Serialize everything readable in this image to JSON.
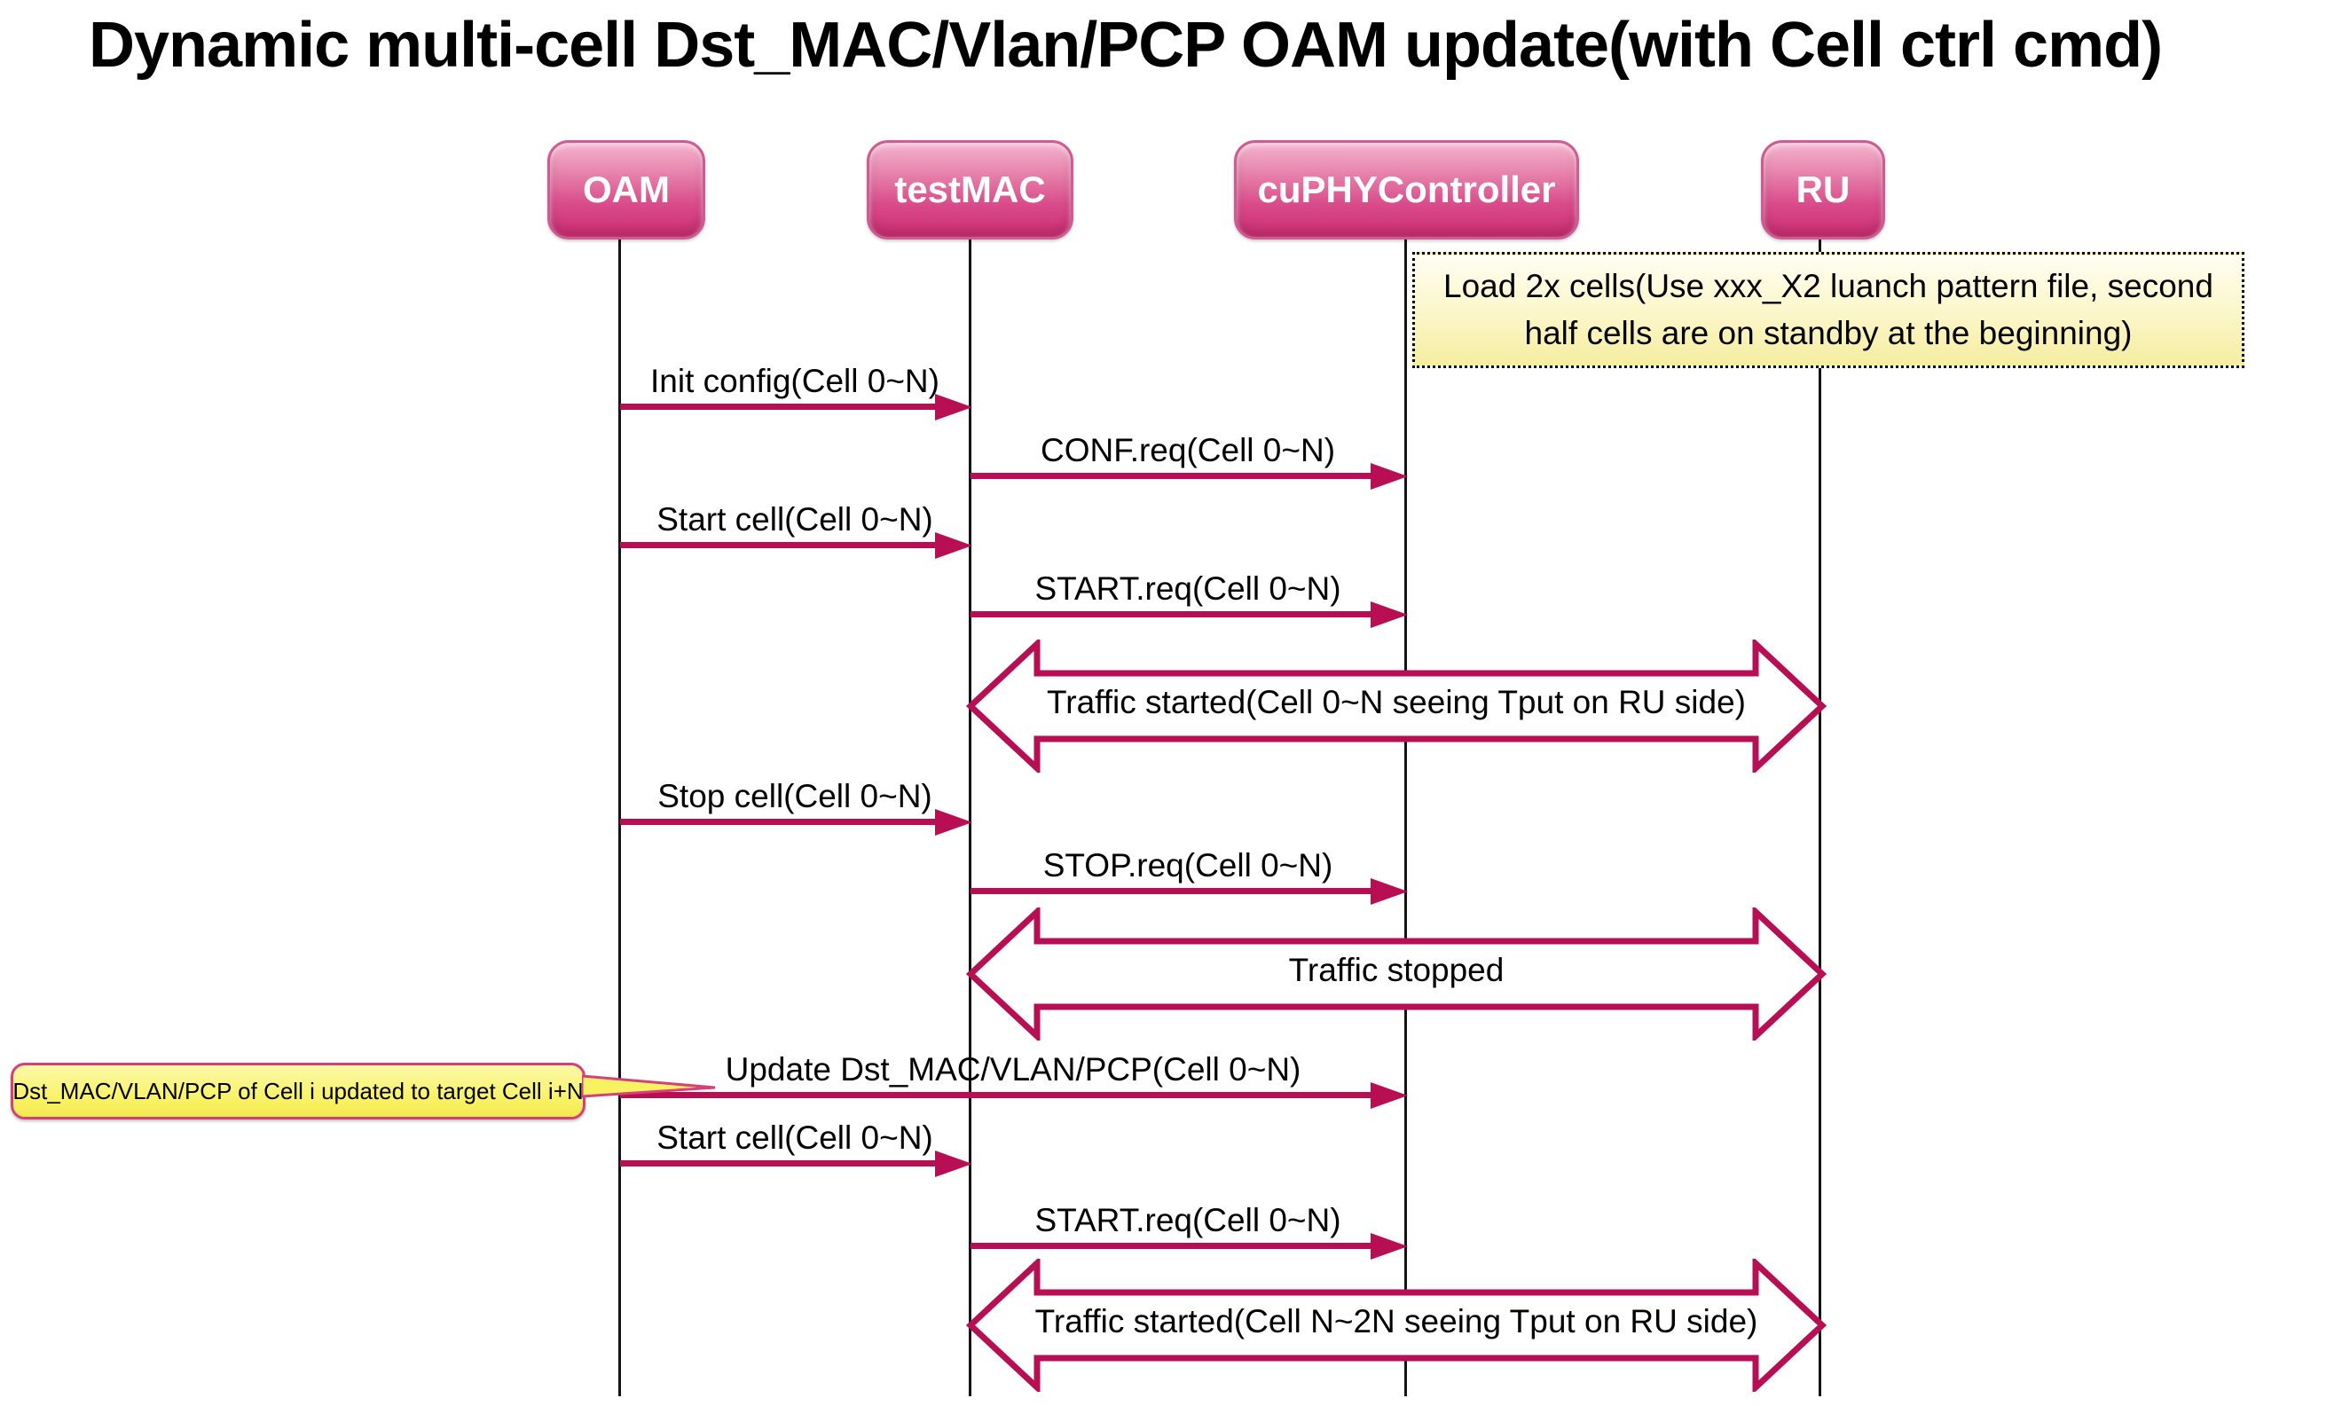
{
  "title": "Dynamic multi-cell Dst_MAC/Vlan/PCP OAM update(with Cell ctrl cmd)",
  "participants": [
    {
      "label": "OAM"
    },
    {
      "label": "testMAC"
    },
    {
      "label": "cuPHYController"
    },
    {
      "label": "RU"
    }
  ],
  "note": {
    "text": "Load 2x cells(Use xxx_X2 luanch pattern file, second half cells are on standby at the beginning)"
  },
  "callout": {
    "text": "Dst_MAC/VLAN/PCP of Cell i updated to target Cell i+N"
  },
  "messages": [
    {
      "label": "Init config(Cell 0~N)",
      "from": "OAM",
      "to": "testMAC",
      "type": "arrow"
    },
    {
      "label": "CONF.req(Cell 0~N)",
      "from": "testMAC",
      "to": "cuPHYController",
      "type": "arrow"
    },
    {
      "label": "Start cell(Cell 0~N)",
      "from": "OAM",
      "to": "testMAC",
      "type": "arrow"
    },
    {
      "label": "START.req(Cell 0~N)",
      "from": "testMAC",
      "to": "cuPHYController",
      "type": "arrow"
    },
    {
      "label": "Traffic started(Cell 0~N seeing Tput on RU side)",
      "from": "testMAC",
      "to": "RU",
      "type": "bidirectional"
    },
    {
      "label": "Stop cell(Cell 0~N)",
      "from": "OAM",
      "to": "testMAC",
      "type": "arrow"
    },
    {
      "label": "STOP.req(Cell 0~N)",
      "from": "testMAC",
      "to": "cuPHYController",
      "type": "arrow"
    },
    {
      "label": "Traffic stopped",
      "from": "testMAC",
      "to": "RU",
      "type": "bidirectional"
    },
    {
      "label": "Update Dst_MAC/VLAN/PCP(Cell 0~N)",
      "from": "OAM",
      "to": "cuPHYController",
      "type": "arrow"
    },
    {
      "label": "Start cell(Cell 0~N)",
      "from": "OAM",
      "to": "testMAC",
      "type": "arrow"
    },
    {
      "label": "START.req(Cell 0~N)",
      "from": "testMAC",
      "to": "cuPHYController",
      "type": "arrow"
    },
    {
      "label": "Traffic started(Cell N~2N seeing Tput on RU side)",
      "from": "testMAC",
      "to": "RU",
      "type": "bidirectional"
    }
  ],
  "colors": {
    "arrow": "#b80e53",
    "participant_gradient_top": "#f5b3cc",
    "participant_gradient_bottom": "#ce2d73",
    "participant_border": "#cf5b92",
    "note_fill_top": "#fffef2",
    "note_fill_bottom": "#f5eda0",
    "callout_fill": "#f8f162",
    "callout_border": "#d4417a",
    "lifeline": "#141414",
    "text": "#000000"
  }
}
